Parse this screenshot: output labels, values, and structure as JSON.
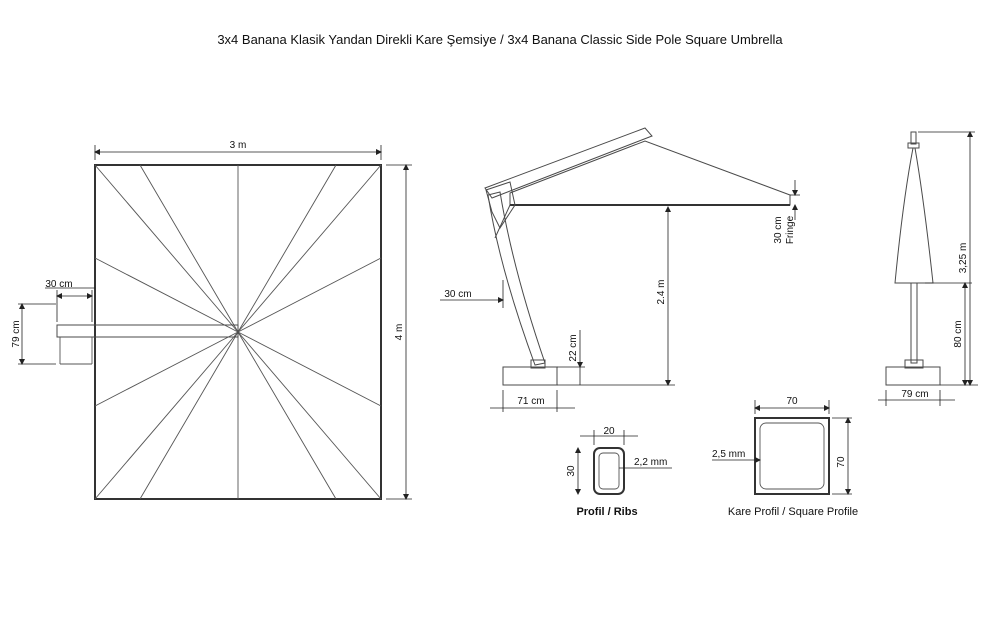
{
  "title": "3x4 Banana Klasik Yandan Direkli Kare Şemsiye / 3x4 Banana Classic Side Pole Square Umbrella",
  "top_view": {
    "width_label": "3 m",
    "height_label": "4 m",
    "arm_width_label": "30 cm",
    "arm_height_label": "79 cm"
  },
  "side_view": {
    "pole_offset_label": "30 cm",
    "height_label": "2.4 m",
    "base_height_label": "22 cm",
    "base_width_label": "71 cm",
    "fringe_label": "30 cm",
    "fringe_word": "Fringe"
  },
  "closed_view": {
    "total_height_label": "3,25 m",
    "pole_height_label": "80 cm",
    "base_width_label": "79 cm"
  },
  "rib_profile": {
    "width_label": "20",
    "height_label": "30",
    "thickness_label": "2,2 mm",
    "caption": "Profil / Ribs"
  },
  "square_profile": {
    "width_label": "70",
    "height_label": "70",
    "thickness_label": "2,5 mm",
    "caption": "Kare Profil / Square Profile"
  }
}
